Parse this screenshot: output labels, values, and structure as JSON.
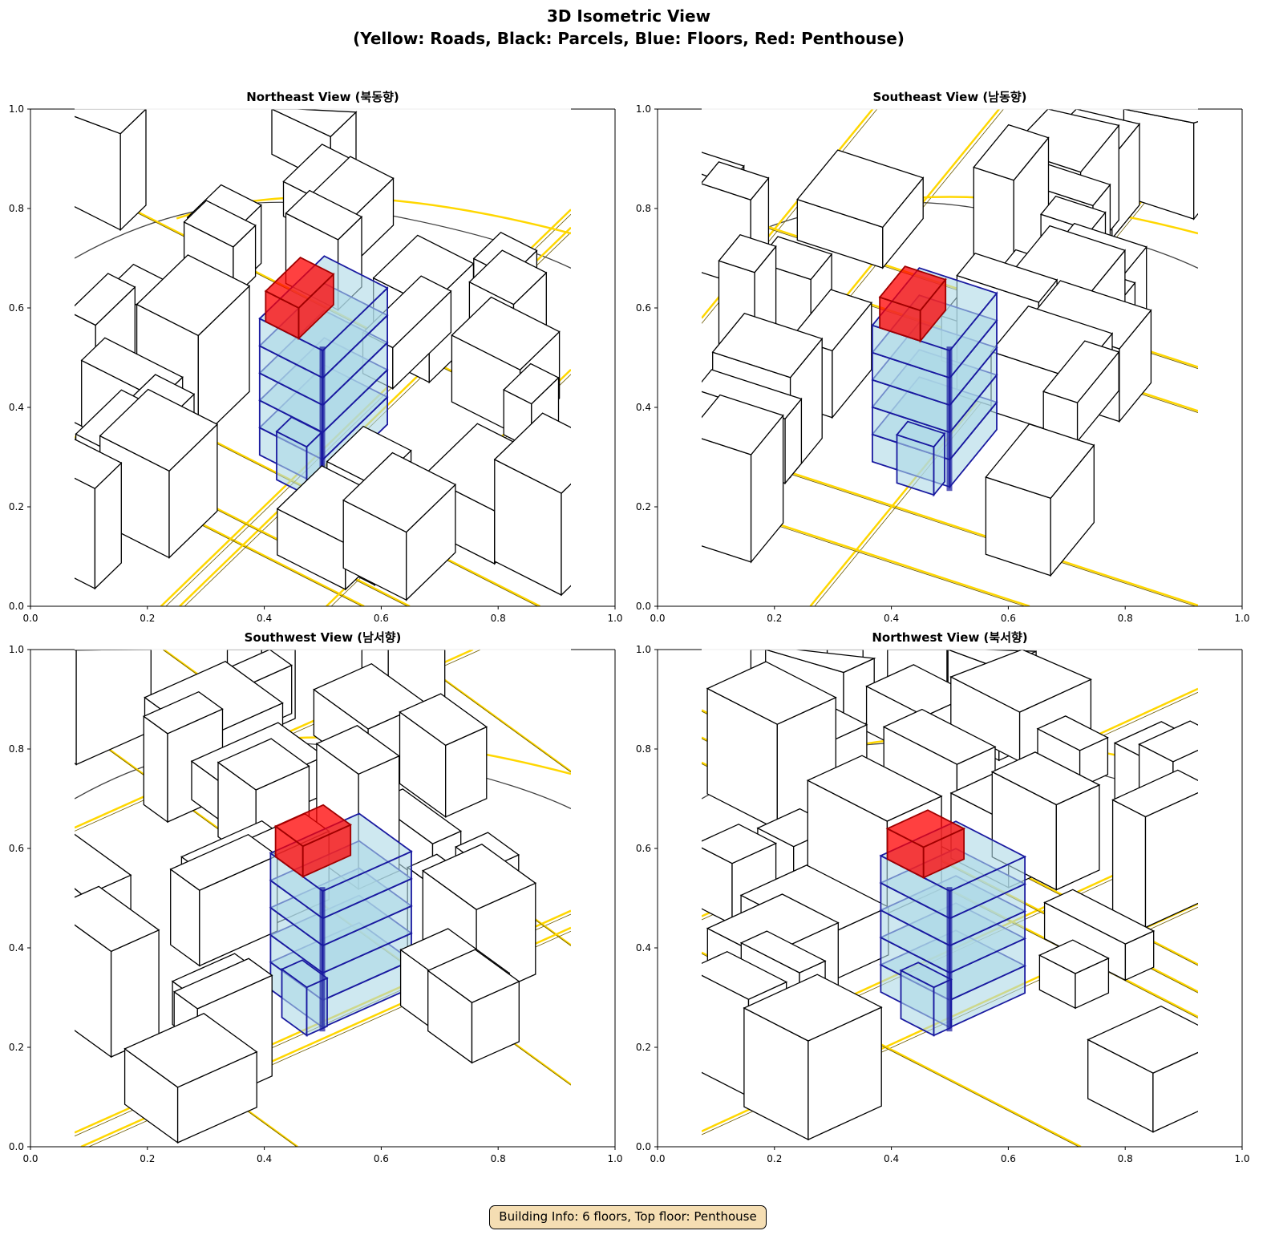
{
  "figure": {
    "title_line1": "3D Isometric View",
    "title_line2": "(Yellow: Roads, Black: Parcels, Blue: Floors, Red: Penthouse)"
  },
  "footer": {
    "text": "Building Info: 6 floors, Top floor: Penthouse"
  },
  "colors": {
    "road": "#FFD700",
    "parcel": "#000000",
    "floor_fill": "#ADD8E6",
    "floor_edge": "#1a1aa0",
    "penthouse": "#FF0000"
  },
  "chart_data": {
    "type": "3d-isometric",
    "panels": [
      {
        "title": "Northeast View (북동향)",
        "xlim": [
          0,
          1
        ],
        "ylim": [
          0,
          1
        ]
      },
      {
        "title": "Southeast View (남동향)",
        "xlim": [
          0,
          1
        ],
        "ylim": [
          0,
          1
        ]
      },
      {
        "title": "Southwest View (남서향)",
        "xlim": [
          0,
          1
        ],
        "ylim": [
          0,
          1
        ]
      },
      {
        "title": "Northwest View (북서향)",
        "xlim": [
          0,
          1
        ],
        "ylim": [
          0,
          1
        ]
      }
    ],
    "xticks": [
      "0.0",
      "0.2",
      "0.4",
      "0.6",
      "0.8",
      "1.0"
    ],
    "yticks": [
      "0.0",
      "0.2",
      "0.4",
      "0.6",
      "0.8",
      "1.0"
    ],
    "legend": [
      {
        "label": "Roads",
        "color": "#FFD700"
      },
      {
        "label": "Parcels",
        "color": "#000000"
      },
      {
        "label": "Floors",
        "color": "#ADD8E6"
      },
      {
        "label": "Penthouse",
        "color": "#FF0000"
      }
    ],
    "building": {
      "floors": 6,
      "top_floor": "Penthouse"
    }
  }
}
